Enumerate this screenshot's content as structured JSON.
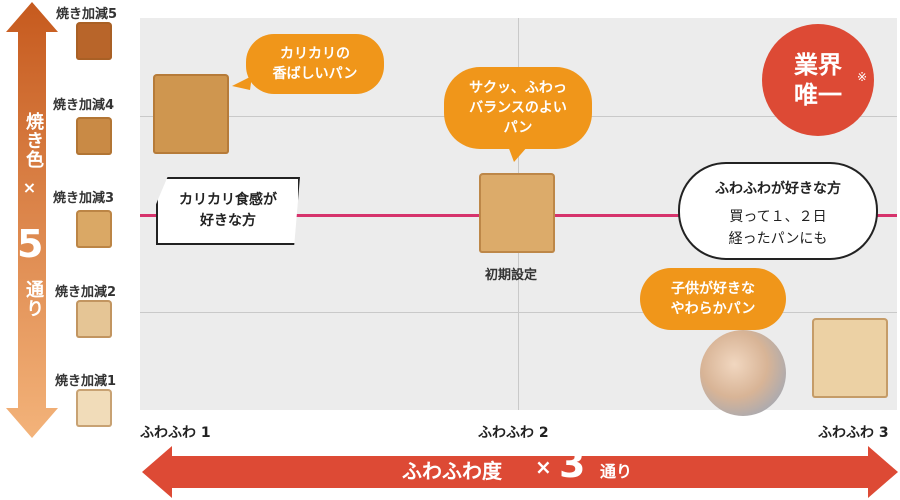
{
  "vertical_axis": {
    "label_top": "焼き色",
    "times": "×",
    "number": "5",
    "label_bottom": "通り"
  },
  "levels": [
    {
      "label": "焼き加減5",
      "color": "#b8652a"
    },
    {
      "label": "焼き加減4",
      "color": "#c98a45"
    },
    {
      "label": "焼き加減3",
      "color": "#daa865"
    },
    {
      "label": "焼き加減2",
      "color": "#e5c595"
    },
    {
      "label": "焼き加減1",
      "color": "#f1dcb9"
    }
  ],
  "x_ticks": [
    "ふわふわ 1",
    "ふわふわ 2",
    "ふわふわ 3"
  ],
  "horizontal_axis": {
    "label": "ふわふわ度",
    "times": "×",
    "number": "3",
    "suffix": "通り"
  },
  "bubbles": {
    "crispy_fragrant": "カリカリの\n香ばしいパン",
    "balanced": "サクッ、ふわっ\nバランスのよい\nパン",
    "crispy_lover": "カリカリ食感が\n好きな方",
    "fluffy_lover_title": "ふわふわが好きな方",
    "fluffy_lover_body": "買って１、２日\n経ったパンにも",
    "kids": "子供が好きな\nやわらかパン"
  },
  "default_label": "初期設定",
  "badge": {
    "line1": "業界",
    "line2": "唯一",
    "mark": "※"
  },
  "colors": {
    "accent_orange": "#f0961a",
    "axis_red": "#dd4a35",
    "pink_line": "#d6336c",
    "chart_bg": "#ececec"
  }
}
